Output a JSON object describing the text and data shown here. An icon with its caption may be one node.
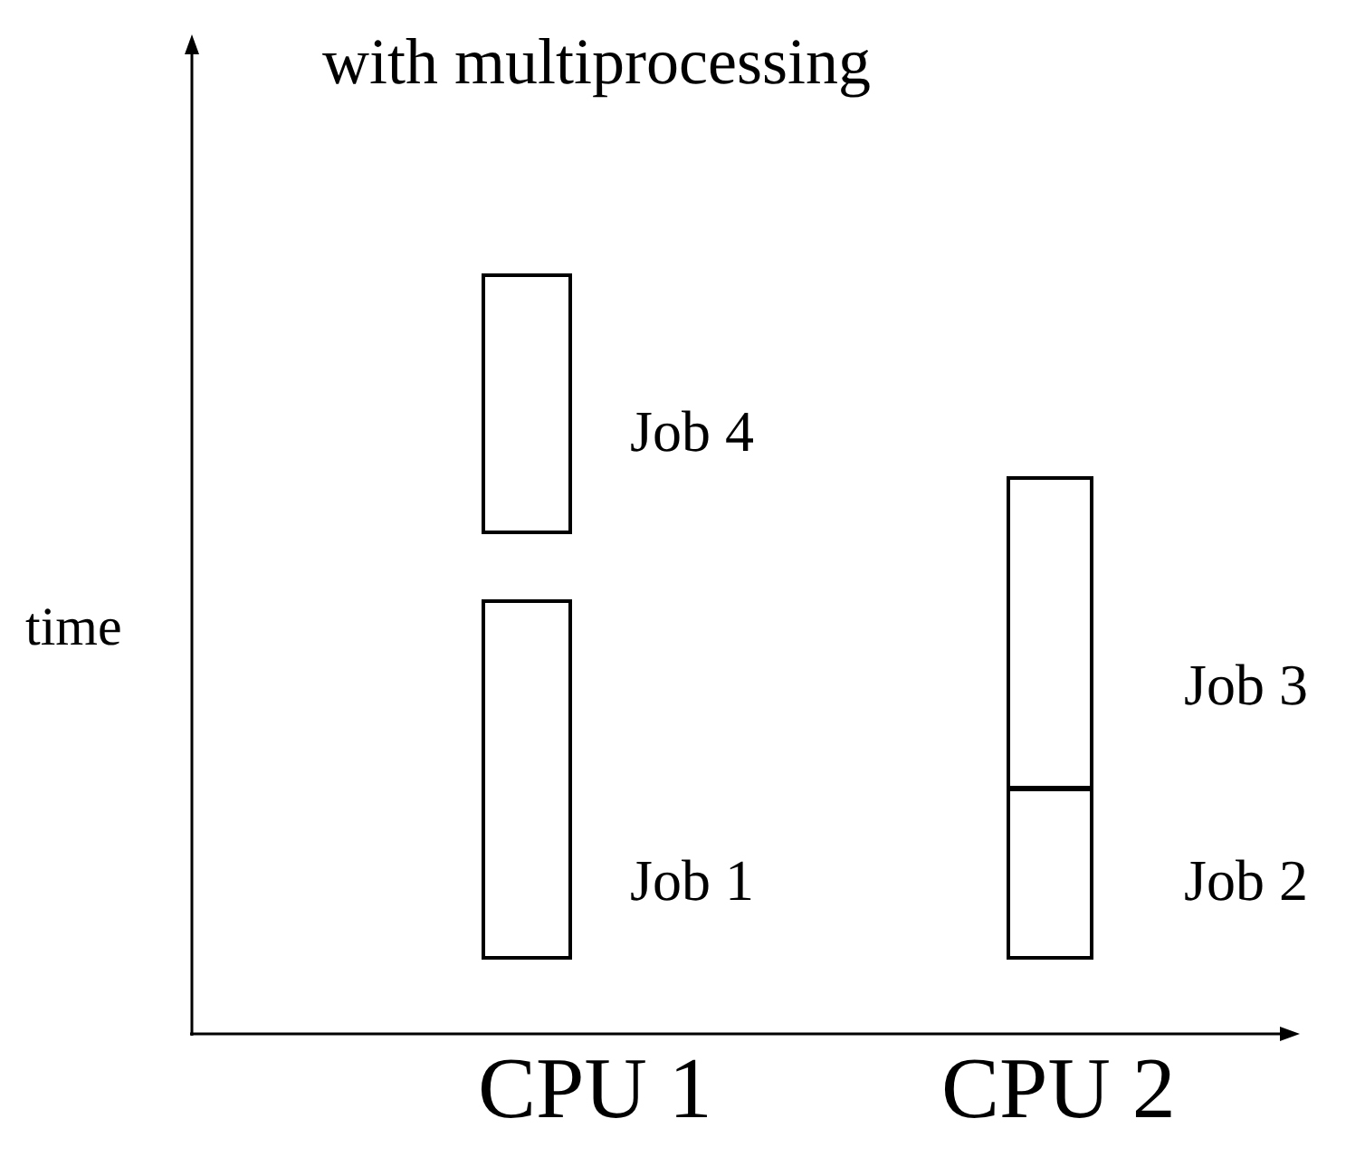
{
  "diagram": {
    "title": "with multiprocessing",
    "nodes": [
      {
        "text": [],
        "shape": "box",
        "beside": [
          "Job 4"
        ]
      },
      {
        "text": [],
        "shape": "box",
        "beside": [
          "Job 1"
        ]
      },
      {
        "text": [],
        "shape": "box",
        "beside": [
          "Job 3"
        ]
      },
      {
        "text": [],
        "shape": "box",
        "beside": [
          "Job 2"
        ]
      }
    ],
    "labels": [
      "time",
      "CPU 1",
      "CPU 2"
    ]
  }
}
